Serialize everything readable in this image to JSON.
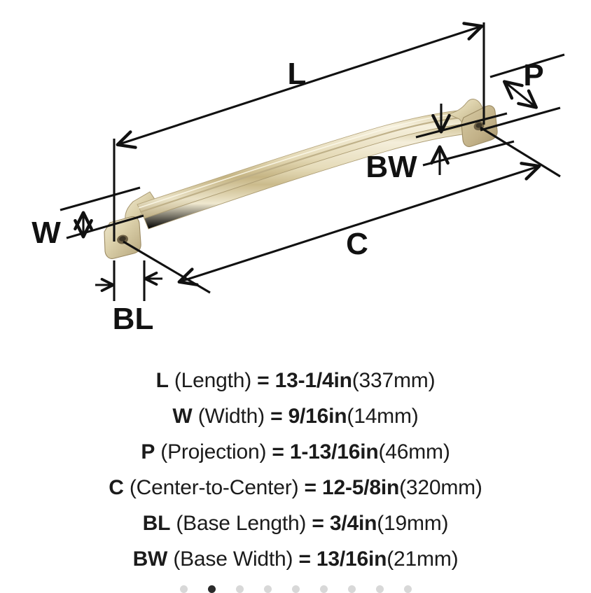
{
  "product": {
    "type": "appliance-pull",
    "finish_color": "#ded3ab",
    "finish_highlight": "#f2ebd3",
    "finish_shadow": "#b3a47c",
    "line_color": "#111111"
  },
  "diagram": {
    "labels": {
      "length": "L",
      "width": "W",
      "projection": "P",
      "center_to_center": "C",
      "base_length": "BL",
      "base_width": "BW"
    }
  },
  "specs": [
    {
      "abbr": "L",
      "name": "(Length)",
      "eq": "=",
      "imperial": "13-1/4in",
      "metric": "(337mm)"
    },
    {
      "abbr": "W",
      "name": "(Width)",
      "eq": "=",
      "imperial": "9/16in",
      "metric": "(14mm)"
    },
    {
      "abbr": "P",
      "name": "(Projection)",
      "eq": "=",
      "imperial": "1-13/16in",
      "metric": "(46mm)"
    },
    {
      "abbr": "C",
      "name": "(Center-to-Center)",
      "eq": "=",
      "imperial": "12-5/8in",
      "metric": "(320mm)"
    },
    {
      "abbr": "BL",
      "name": "(Base Length)",
      "eq": "=",
      "imperial": "3/4in",
      "metric": "(19mm)"
    },
    {
      "abbr": "BW",
      "name": "(Base Width)",
      "eq": "=",
      "imperial": "13/16in",
      "metric": "(21mm)"
    }
  ],
  "carousel": {
    "total": 9,
    "active_index": 1
  }
}
